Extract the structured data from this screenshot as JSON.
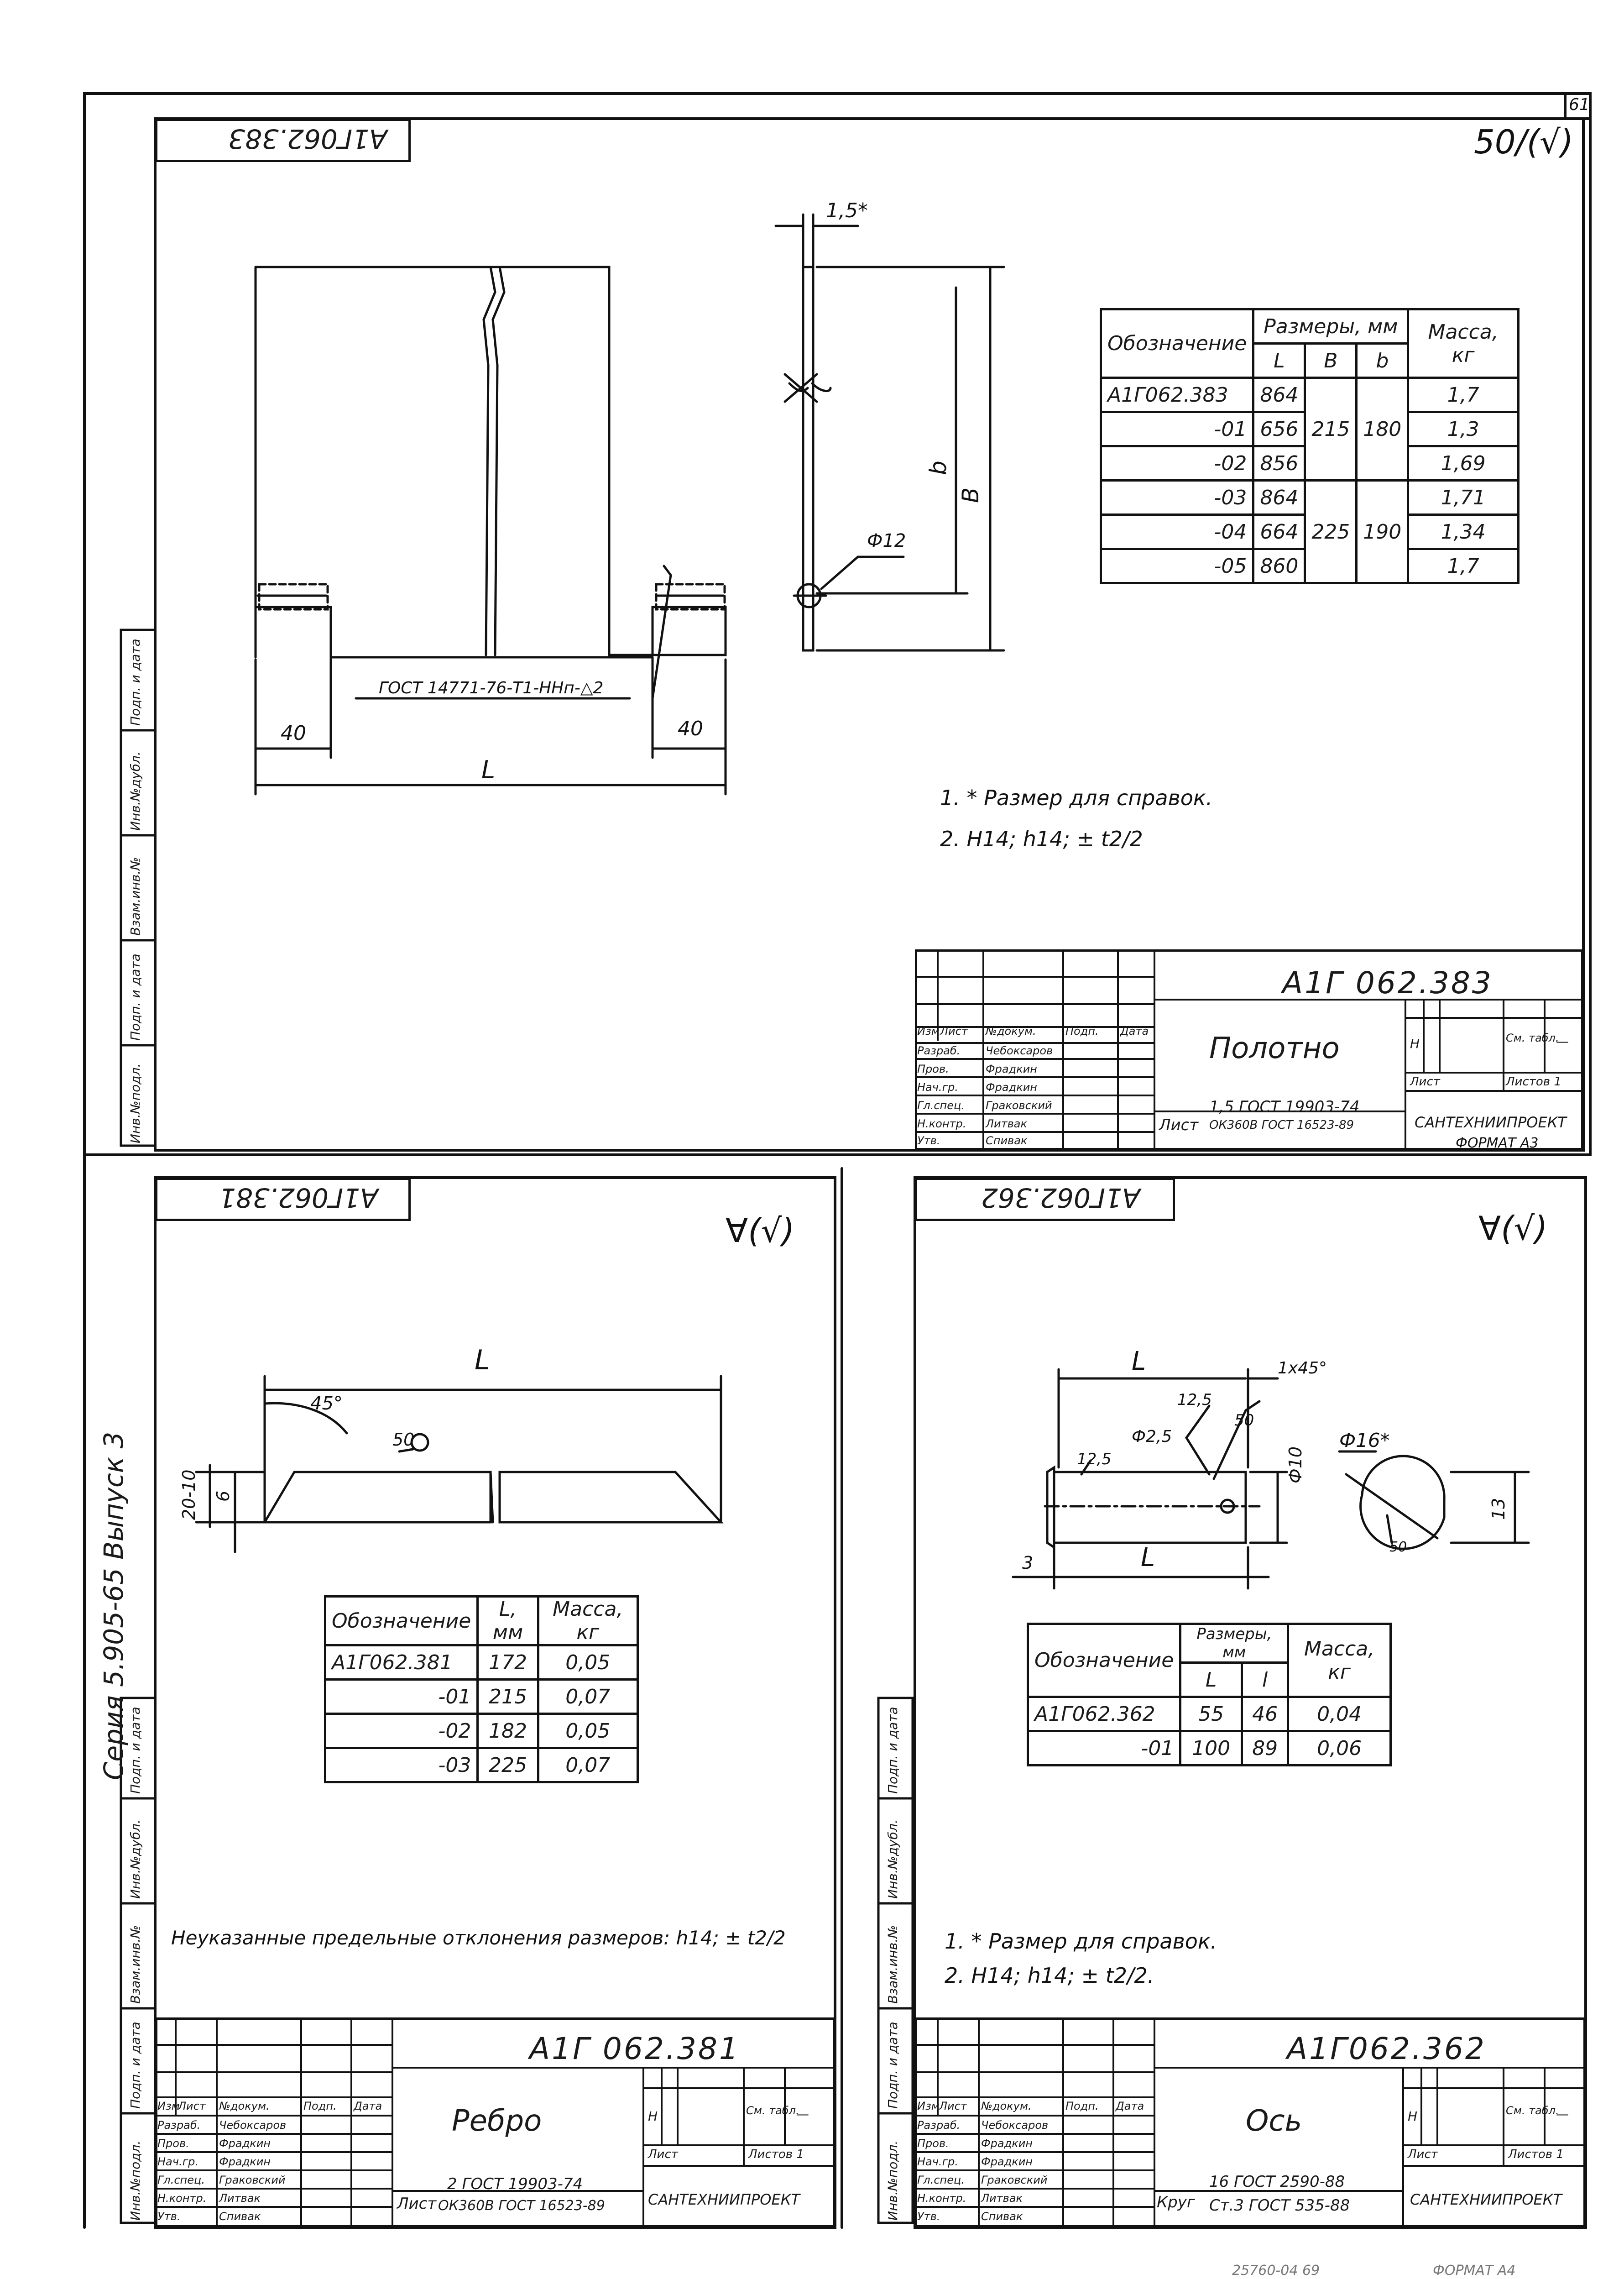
{
  "page_number": "61",
  "series_label": "Серия 5.905-65 Выпуск 3",
  "format_label": "ФОРМАТ А3",
  "side_strip": {
    "labels": [
      "Подп. и дата",
      "Инв.№дубл.",
      "Взам.инв.№",
      "Подп. и дата",
      "Инв.№подл."
    ]
  },
  "sheets": [
    {
      "id": "top",
      "stamp_code": "А1Г062.383",
      "roughness": "50/(√)",
      "drawing": {
        "dim_L": "L",
        "dim_40_left": "40",
        "dim_40_right": "40",
        "weld_note": "ГОСТ 14771-76-Т1-ННп-△2",
        "dim_thickness": "1,5*",
        "dim_b": "b",
        "dim_B": "В",
        "dim_phi": "Ф12"
      },
      "table": {
        "header": {
          "designation": "Обозначение",
          "sizes": "Размеры, мм",
          "L": "L",
          "B": "В",
          "b": "b",
          "mass": "Масса, кг"
        },
        "rows": [
          {
            "des": "А1Г062.383",
            "L": "864",
            "B": "",
            "b": "",
            "mass": "1,7"
          },
          {
            "des": "-01",
            "L": "656",
            "B": "215",
            "b": "180",
            "mass": "1,3"
          },
          {
            "des": "-02",
            "L": "856",
            "B": "",
            "b": "",
            "mass": "1,69"
          },
          {
            "des": "-03",
            "L": "864",
            "B": "",
            "b": "",
            "mass": "1,71"
          },
          {
            "des": "-04",
            "L": "664",
            "B": "225",
            "b": "190",
            "mass": "1,34"
          },
          {
            "des": "-05",
            "L": "860",
            "B": "",
            "b": "",
            "mass": "1,7"
          }
        ]
      },
      "notes": [
        "1. * Размер для справок.",
        "2. Н14; h14; ± t2/2"
      ],
      "title_block": {
        "code": "А1Г 062.383",
        "name": "Полотно",
        "lit": "Н",
        "mass": "См. табл.",
        "scale": "—",
        "sheet_label": "Лист",
        "sheets_label": "Листов 1",
        "material_prefix": "Лист",
        "material_top": "1,5 ГОСТ 19903-74",
        "material_bottom": "ОК360В ГОСТ 16523-89",
        "org": "САНТЕХНИИПРОЕКТ",
        "col_headers": [
          "Изм",
          "Лист",
          "№докум.",
          "Подп.",
          "Дата"
        ],
        "roles": [
          {
            "role": "Разраб.",
            "name": "Чебоксаров"
          },
          {
            "role": "Пров.",
            "name": "Фрадкин"
          },
          {
            "role": "Нач.гр.",
            "name": "Фрадкин"
          },
          {
            "role": "Гл.спец.",
            "name": "Граковский"
          },
          {
            "role": "Н.контр.",
            "name": "Литвак"
          },
          {
            "role": "Утв.",
            "name": "Спивак"
          }
        ]
      }
    },
    {
      "id": "left",
      "stamp_code": "А1Г062.381",
      "roughness": "∀(√)",
      "drawing": {
        "dim_L": "L",
        "angle": "45°",
        "chamfer": "50",
        "dim_h1": "20-10",
        "dim_h2": "6"
      },
      "table": {
        "header": {
          "designation": "Обозначение",
          "L": "L, мм",
          "mass": "Масса, кг"
        },
        "rows": [
          {
            "des": "А1Г062.381",
            "L": "172",
            "mass": "0,05"
          },
          {
            "des": "-01",
            "L": "215",
            "mass": "0,07"
          },
          {
            "des": "-02",
            "L": "182",
            "mass": "0,05"
          },
          {
            "des": "-03",
            "L": "225",
            "mass": "0,07"
          }
        ]
      },
      "notes": [
        "Неуказанные предельные отклонения размеров: h14; ± t2/2"
      ],
      "title_block": {
        "code": "А1Г 062.381",
        "name": "Ребро",
        "lit": "Н",
        "mass": "См. табл.",
        "scale": "—",
        "sheet_label": "Лист",
        "sheets_label": "Листов 1",
        "material_prefix": "Лист",
        "material_top": "2 ГОСТ 19903-74",
        "material_bottom": "ОК360В ГОСТ 16523-89",
        "org": "САНТЕХНИИПРОЕКТ",
        "col_headers": [
          "Изм",
          "Лист",
          "№докум.",
          "Подп.",
          "Дата"
        ],
        "roles": [
          {
            "role": "Разраб.",
            "name": "Чебоксаров"
          },
          {
            "role": "Пров.",
            "name": "Фрадкин"
          },
          {
            "role": "Нач.гр.",
            "name": "Фрадкин"
          },
          {
            "role": "Гл.спец.",
            "name": "Граковский"
          },
          {
            "role": "Н.контр.",
            "name": "Литвак"
          },
          {
            "role": "Утв.",
            "name": "Спивак"
          }
        ]
      }
    },
    {
      "id": "right",
      "stamp_code": "А1Г062.362",
      "roughness": "∀(√)",
      "drawing": {
        "dim_L1": "L",
        "dim_L2": "L",
        "chamfer": "1х45°",
        "d1": "12,5",
        "d2": "Ф2,5",
        "d3": "12,5",
        "d4": "50",
        "d5": "Ф10",
        "d6": "Ф16*",
        "d7": "13",
        "d8": "3",
        "d9": "50"
      },
      "table": {
        "header": {
          "designation": "Обозначение",
          "sizes": "Размеры, мм",
          "L": "L",
          "l": "l",
          "mass": "Масса, кг"
        },
        "rows": [
          {
            "des": "А1Г062.362",
            "L": "55",
            "l": "46",
            "mass": "0,04"
          },
          {
            "des": "-01",
            "L": "100",
            "l": "89",
            "mass": "0,06"
          }
        ]
      },
      "notes": [
        "1. * Размер для справок.",
        "2. Н14; h14; ± t2/2."
      ],
      "title_block": {
        "code": "А1Г062.362",
        "name": "Ось",
        "lit": "Н",
        "mass": "См. табл.",
        "scale": "—",
        "sheet_label": "Лист",
        "sheets_label": "Листов 1",
        "material_prefix": "Круг",
        "material_top": "16 ГОСТ 2590-88",
        "material_bottom": "Ст.3 ГОСТ 535-88",
        "org": "САНТЕХНИИПРОЕКТ",
        "col_headers": [
          "Изм",
          "Лист",
          "№докум.",
          "Подп.",
          "Дата"
        ],
        "roles": [
          {
            "role": "Разраб.",
            "name": "Чебоксаров"
          },
          {
            "role": "Пров.",
            "name": "Фрадкин"
          },
          {
            "role": "Нач.гр.",
            "name": "Фрадкин"
          },
          {
            "role": "Гл.спец.",
            "name": "Граковский"
          },
          {
            "role": "Н.контр.",
            "name": "Литвак"
          },
          {
            "role": "Утв.",
            "name": "Спивак"
          }
        ]
      }
    }
  ],
  "footer_text": "25760-04 69",
  "footer_format": "ФОРМАТ А4"
}
